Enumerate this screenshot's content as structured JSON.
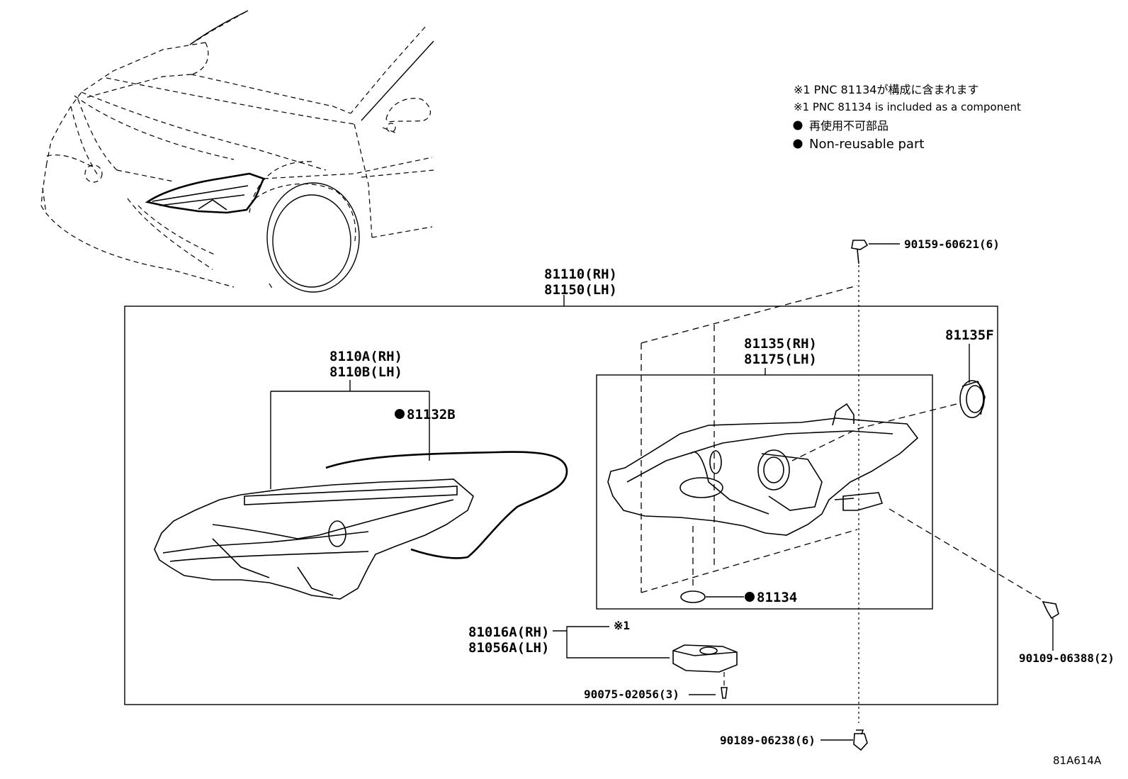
{
  "notes": {
    "note1_jp": "※1 PNC 81134が構成に含まれます",
    "note1_en": "※1 PNC 81134 is included as a component",
    "note2_jp": "再使用不可部品",
    "note2_en": "Non-reusable part"
  },
  "labels": {
    "assy_rh": "81110(RH)",
    "assy_lh": "81150(LH)",
    "lens_rh": "8110A(RH)",
    "lens_lh": "8110B(LH)",
    "gasket": "81132B",
    "unit_rh": "81135(RH)",
    "unit_lh": "81175(LH)",
    "cover": "81135F",
    "oring": "81134",
    "computer_rh": "81016A(RH)",
    "computer_lh": "81056A(LH)",
    "note_ref": "※1",
    "screw_small": "90075-02056(3)",
    "bolt_top": "90159-60621(6)",
    "bolt_right": "90109-06388(2)",
    "bolt_bottom": "90189-06238(6)",
    "diagram_code": "81A614A"
  }
}
